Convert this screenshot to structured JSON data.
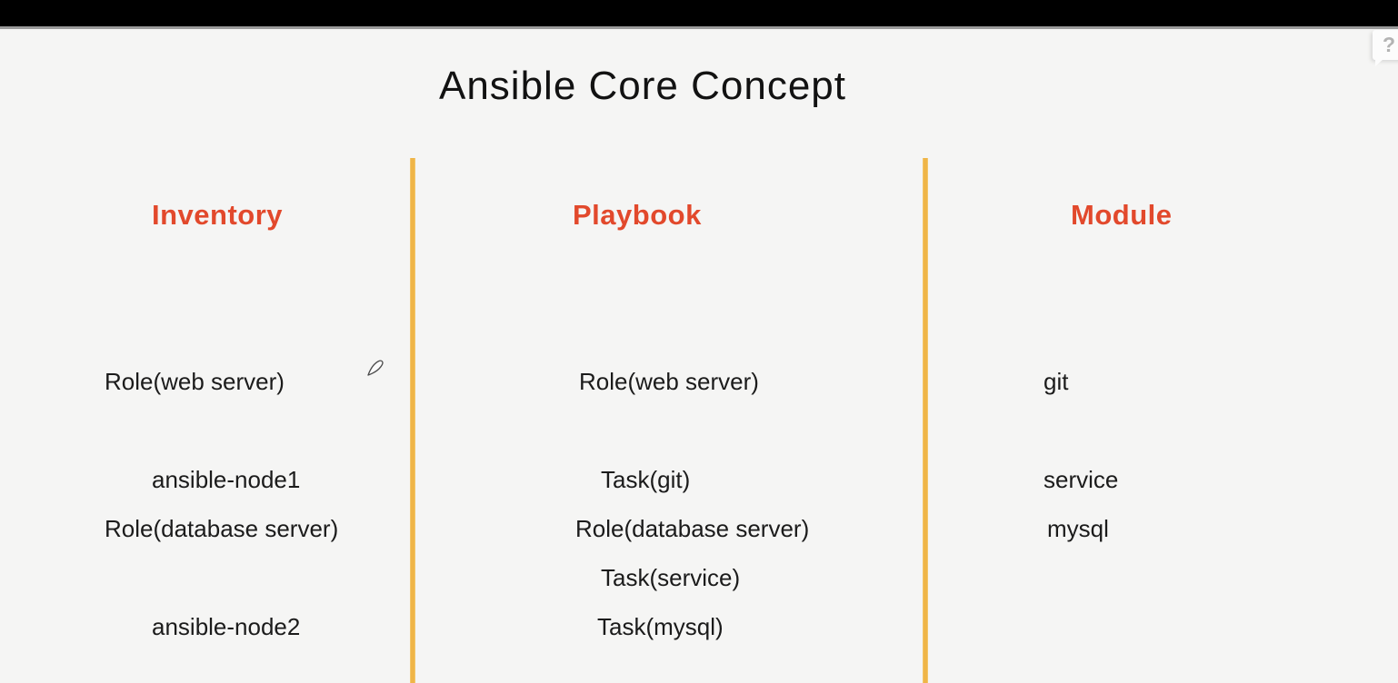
{
  "page": {
    "title": "Ansible Core Concept"
  },
  "help": {
    "label": "?"
  },
  "columns": [
    {
      "header": "Inventory",
      "blocks": [
        {
          "lines": [
            "Role(web server)",
            "ansible-node1"
          ]
        },
        {
          "lines": [
            "Role(database server)",
            "ansible-node2"
          ]
        }
      ]
    },
    {
      "header": "Playbook",
      "blocks": [
        {
          "lines": [
            "Role(web server)",
            "Task(git)",
            "Task(service)"
          ]
        },
        {
          "lines": [
            "Role(database server)",
            "Task(mysql)"
          ]
        }
      ]
    },
    {
      "header": "Module",
      "blocks": [
        {
          "lines": [
            "git",
            "service"
          ]
        },
        {
          "lines": [
            "mysql"
          ]
        }
      ]
    }
  ],
  "icons": {
    "pen_cursor": "pen-annotation-cursor",
    "help": "question-mark-bubble"
  },
  "colors": {
    "accent_red": "#e2492c",
    "divider_orange": "#efb548",
    "background": "#f5f5f4",
    "top_bar": "#000000",
    "text": "#1b1b1b"
  }
}
